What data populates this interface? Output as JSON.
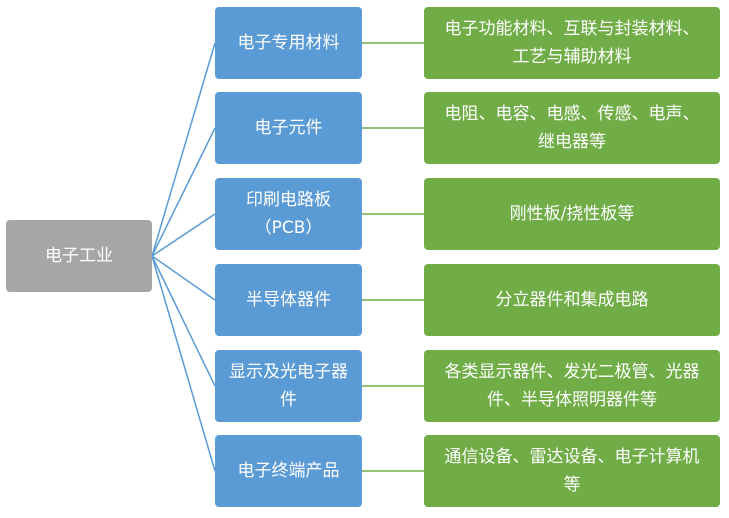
{
  "colors": {
    "root": "#a6a6a6",
    "category": "#5b9bd5",
    "description": "#70ad47",
    "connector_root": "#5b9bd5",
    "connector_leaf": "#70ad47"
  },
  "root": {
    "label": "电子工业"
  },
  "branches": [
    {
      "label": "电子专用材料",
      "detail": "电子功能材料、互联与封装材料、\n工艺与辅助材料"
    },
    {
      "label": "电子元件",
      "detail": "电阻、电容、电感、传感、电声、\n继电器等"
    },
    {
      "label": "印刷电路板\n（PCB）",
      "detail": "刚性板/挠性板等"
    },
    {
      "label": "半导体器件",
      "detail": "分立器件和集成电路"
    },
    {
      "label": "显示及光电子器\n件",
      "detail": "各类显示器件、发光二极管、光器\n件、半导体照明器件等"
    },
    {
      "label": "电子终端产品",
      "detail": "通信设备、雷达设备、电子计算机\n等"
    }
  ]
}
